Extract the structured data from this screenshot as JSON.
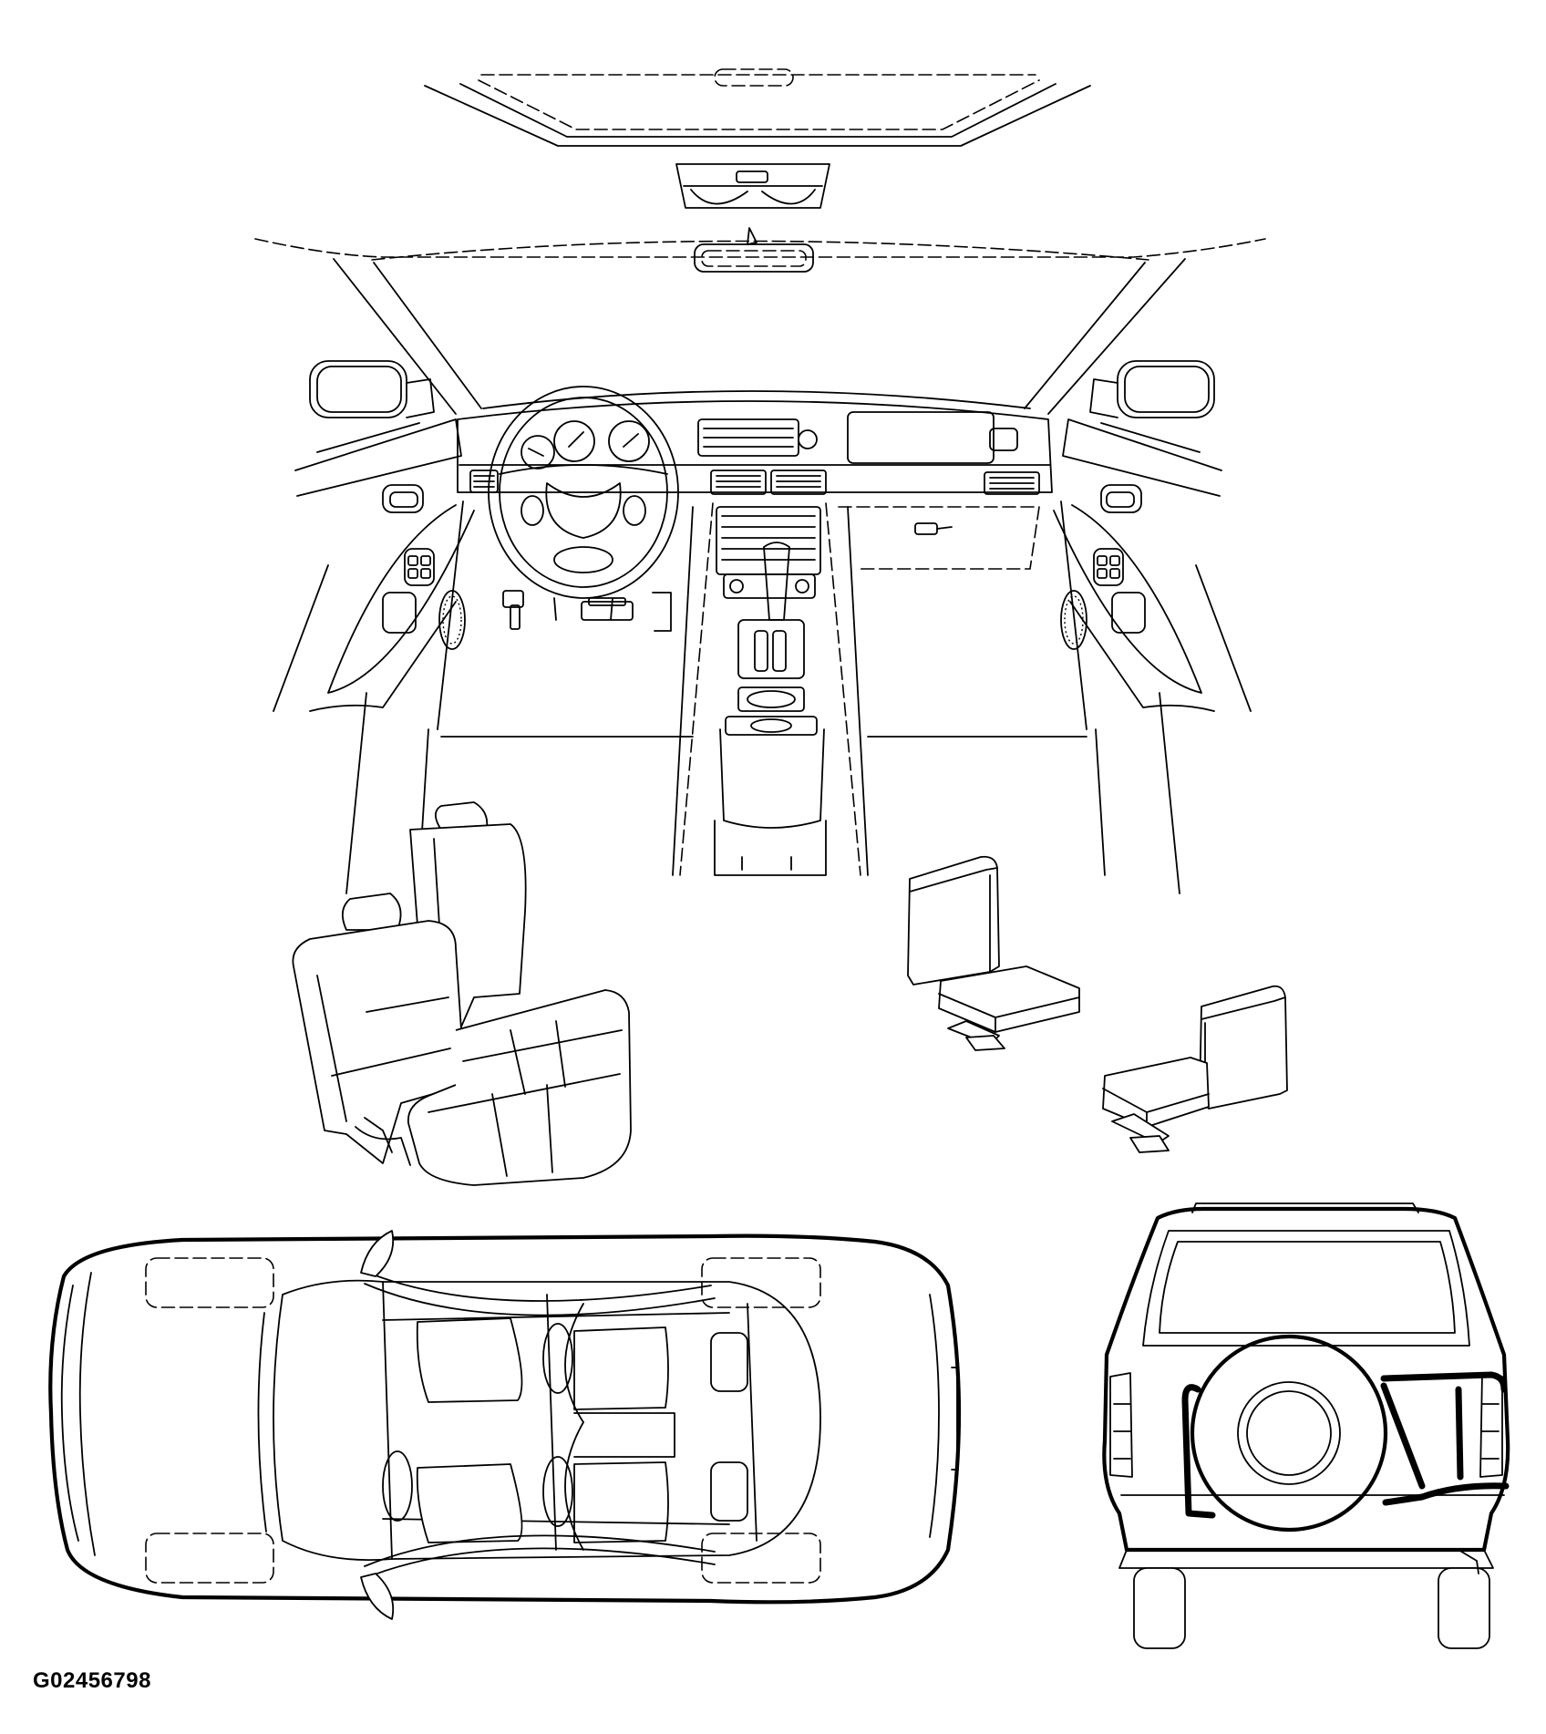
{
  "figure": {
    "id_label": "G02456798",
    "line_color": "#000000",
    "background": "#ffffff"
  },
  "views": {
    "interior": "dashboard-interior-view",
    "rear_seat": "rear-bench-seat-view",
    "front_seats": "front-seats-view",
    "top_view": "vehicle-top-view",
    "rear_view": "vehicle-rear-view"
  }
}
